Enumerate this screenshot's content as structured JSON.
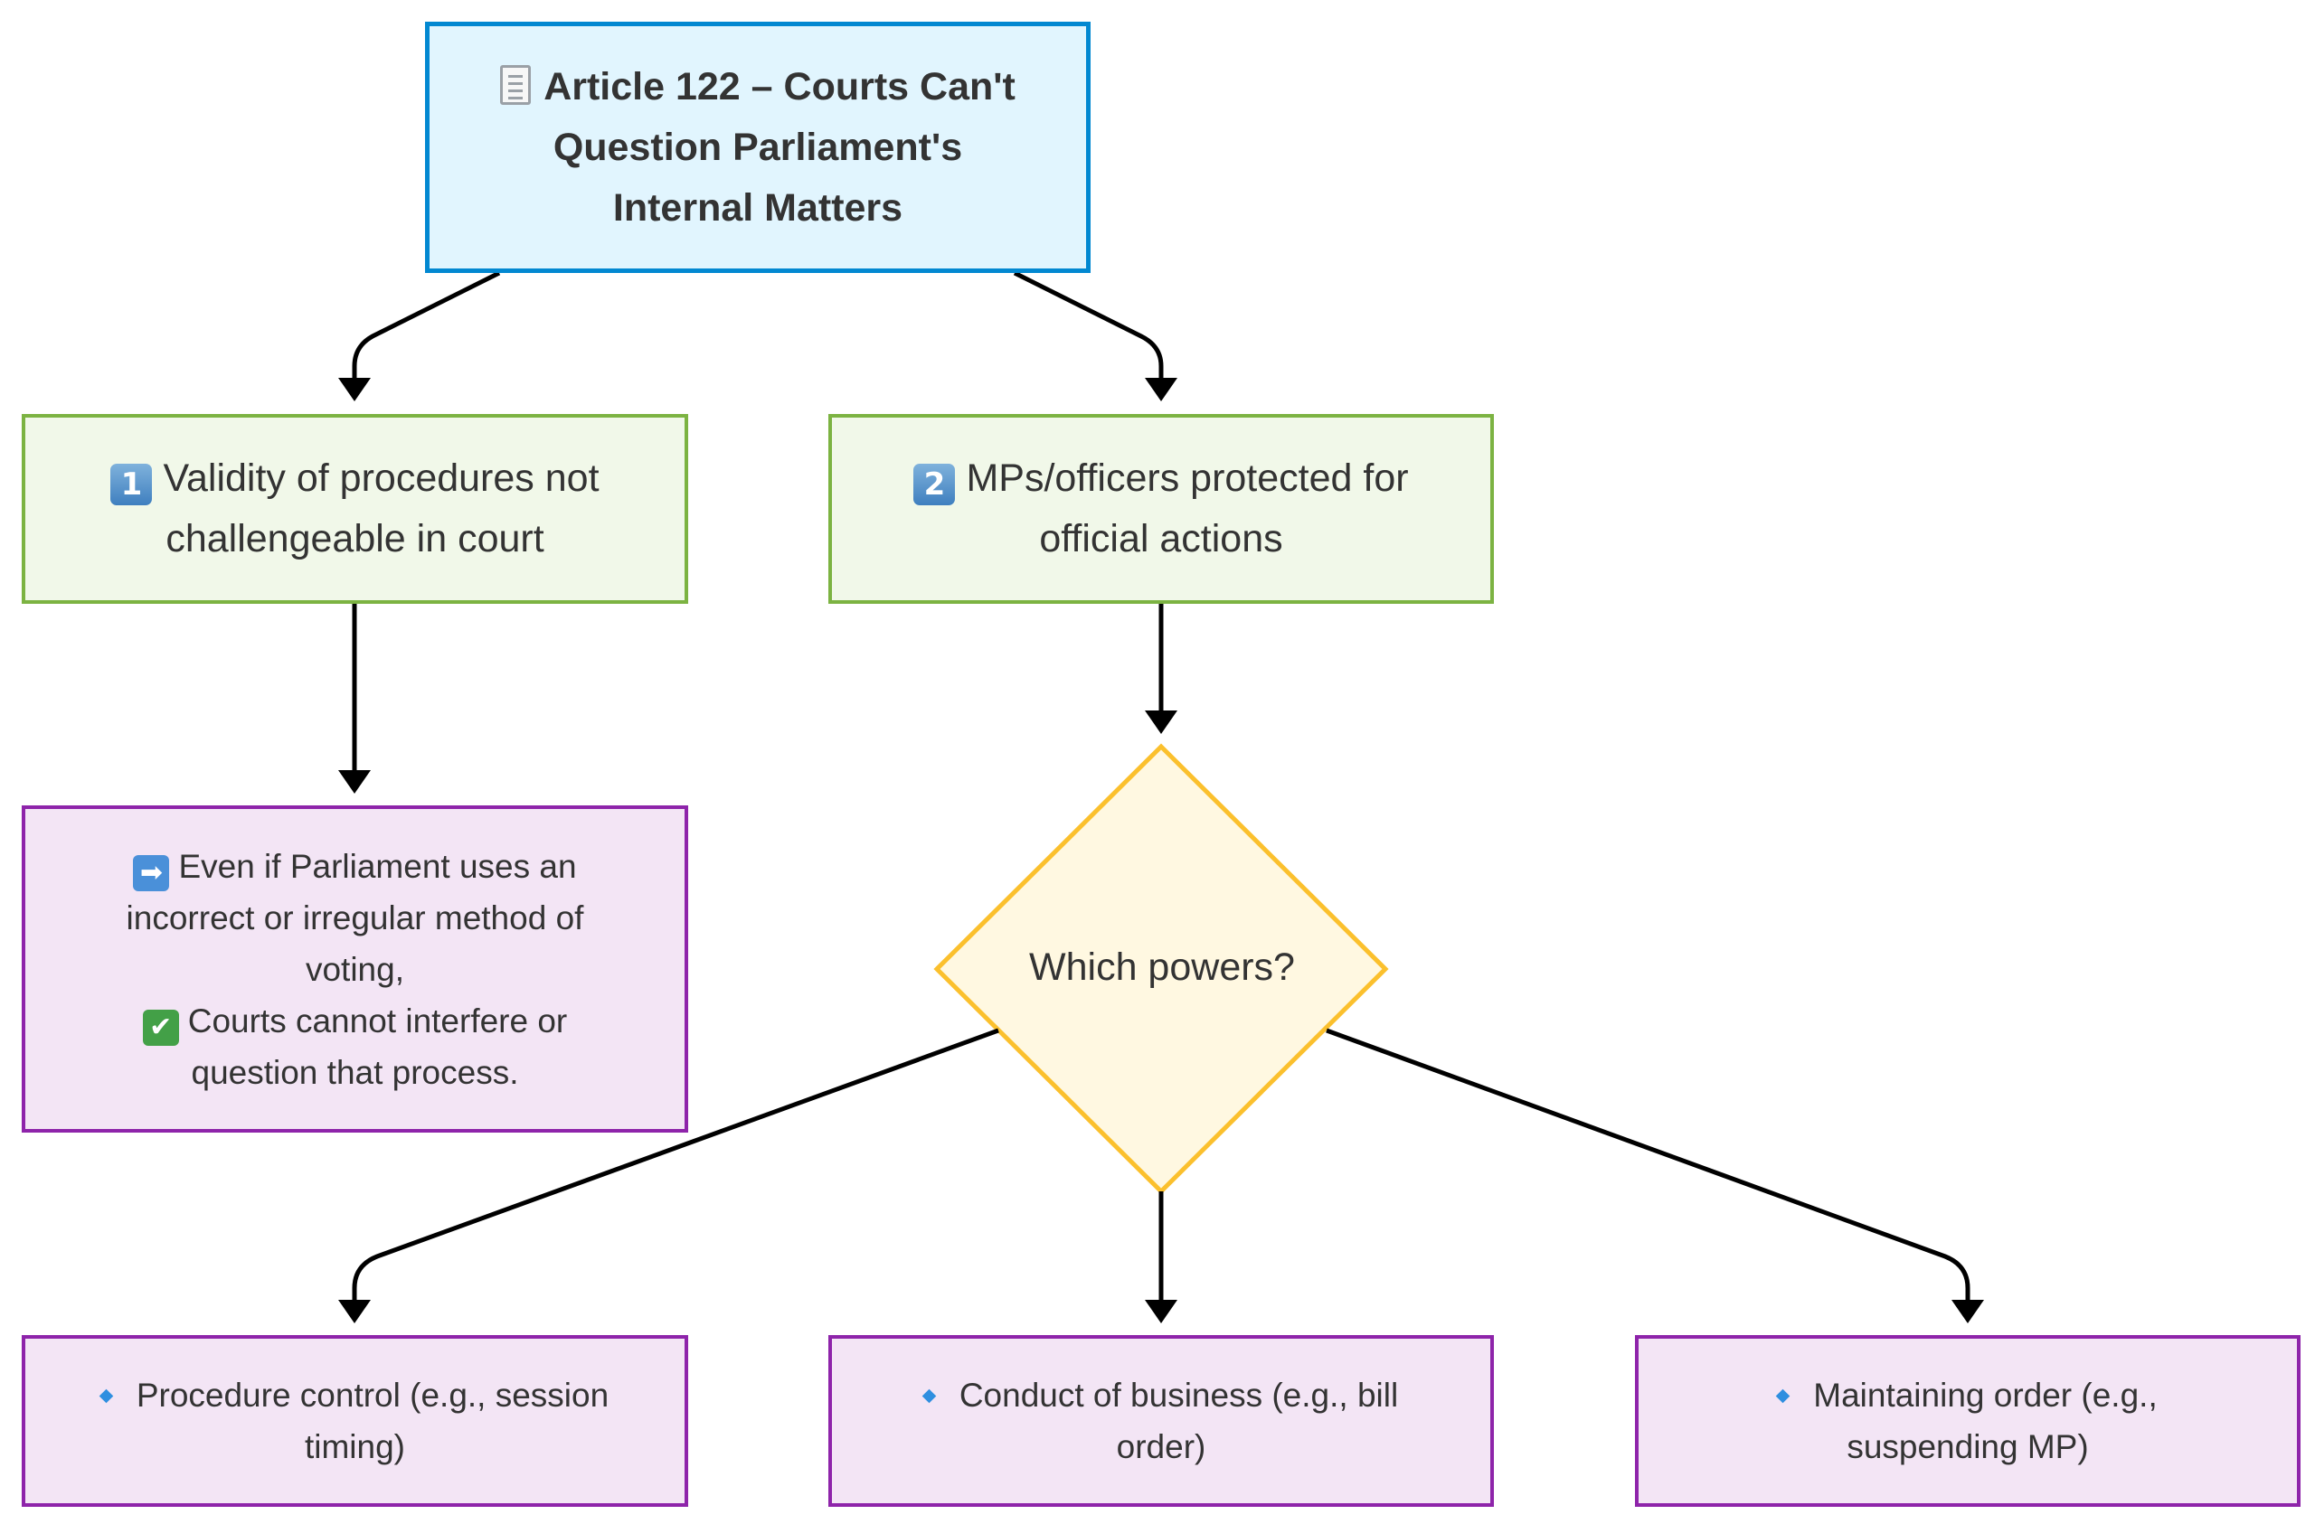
{
  "diagram": {
    "root": {
      "icon": "receipt-icon",
      "lines": [
        "Article 122 – Courts Can't",
        "Question Parliament's",
        "Internal Matters"
      ]
    },
    "branch1": {
      "icon": "keycap-1-icon",
      "icon_text": "1",
      "lines": [
        "Validity of procedures not",
        "challengeable in court"
      ]
    },
    "branch2": {
      "icon": "keycap-2-icon",
      "icon_text": "2",
      "lines": [
        "MPs/officers protected for",
        "official actions"
      ]
    },
    "branch1_detail": {
      "arrow_icon": "right-arrow-icon",
      "arrow_glyph": "➡",
      "check_icon": "check-mark-icon",
      "check_glyph": "✔",
      "lines": [
        "Even if Parliament uses an",
        "incorrect or irregular method of",
        "voting,",
        "Courts cannot interfere or",
        "question that process."
      ]
    },
    "decision": {
      "label": "Which powers?"
    },
    "powers": [
      {
        "icon": "blue-diamond-icon",
        "lines": [
          "Procedure control (e.g., session",
          "timing)"
        ]
      },
      {
        "icon": "blue-diamond-icon",
        "lines": [
          "Conduct of business (e.g., bill",
          "order)"
        ]
      },
      {
        "icon": "blue-diamond-icon",
        "lines": [
          "Maintaining order (e.g.,",
          "suspending MP)"
        ]
      }
    ],
    "colors": {
      "root_fill": "#e1f5fe",
      "root_stroke": "#0288d1",
      "branch_fill": "#f1f8e9",
      "branch_stroke": "#7cb342",
      "detail_fill": "#f3e5f5",
      "detail_stroke": "#8e24aa",
      "decision_fill": "#fff8e1",
      "decision_stroke": "#fbc02d",
      "edge": "#000000"
    }
  }
}
